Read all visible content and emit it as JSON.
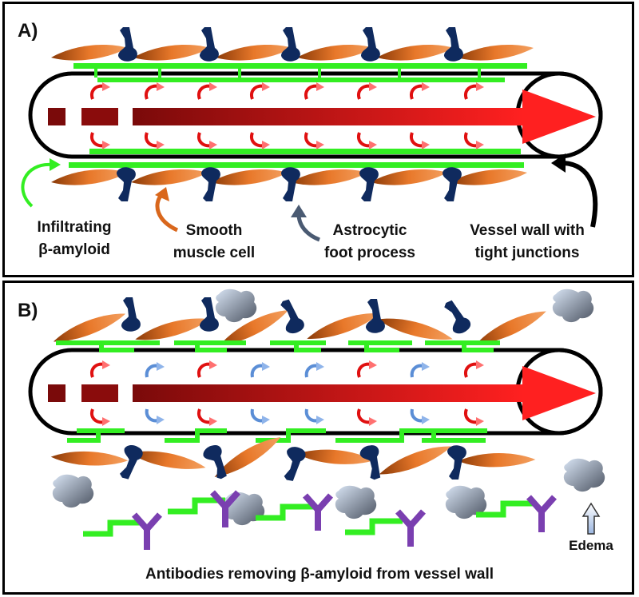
{
  "panel_a": {
    "label": "A)",
    "annotations": {
      "infiltrating_line1": "Infiltrating",
      "infiltrating_line2": "β-amyloid",
      "smooth_line1": "Smooth",
      "smooth_line2": "muscle cell",
      "astro_line1": "Astrocytic",
      "astro_line2": "foot process",
      "vessel_line1": "Vessel wall with",
      "vessel_line2": "tight junctions"
    }
  },
  "panel_b": {
    "label": "B)",
    "annotations": {
      "edema": "Edema",
      "antibodies": "Antibodies removing β-amyloid from vessel wall"
    }
  },
  "colors": {
    "amyloid": "#33ee22",
    "smooth_muscle": "#d9671c",
    "astrocyte": "#0f2a5e",
    "flow_arrow": "#ff2020",
    "flow_arrow_dark": "#7a0a0a",
    "swirl_red": "#e01010",
    "swirl_blue": "#5b8ed6",
    "antibody": "#7a3fb0",
    "edema": "#8a96a8"
  }
}
